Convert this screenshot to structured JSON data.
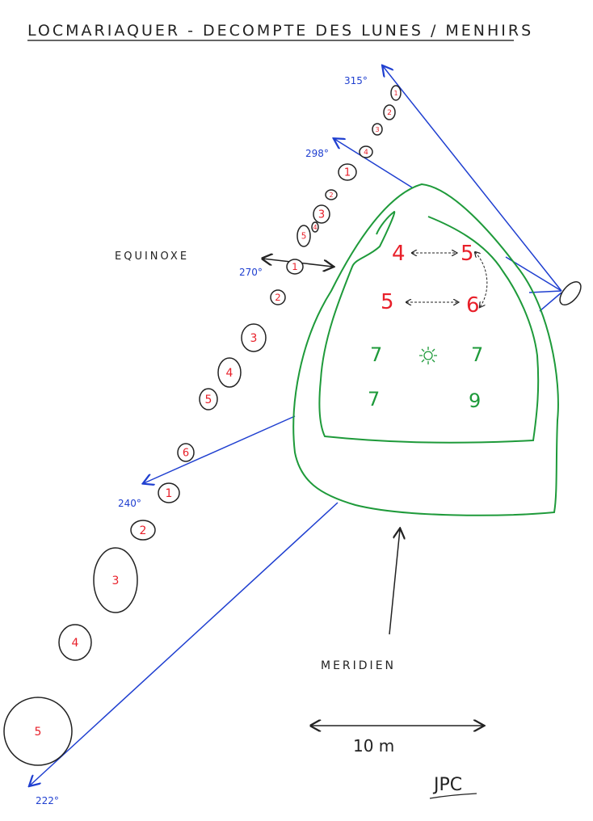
{
  "title": "LOCMARIAQUER - DECOMPTE DES LUNES / MENHIRS",
  "angles": {
    "a315": "315°",
    "a298": "298°",
    "a270": "270°",
    "a240": "240°",
    "a222": "222°"
  },
  "labels": {
    "equinox": "EQUINOXE",
    "meridian": "MERIDIEN",
    "scale": "10 m",
    "signature": "JPC"
  },
  "stones": [
    "1",
    "2",
    "3",
    "4",
    "1",
    "2",
    "3",
    "4",
    "5",
    "1",
    "2",
    "3",
    "4",
    "5",
    "6",
    "1",
    "2",
    "3",
    "4",
    "5"
  ],
  "grid": {
    "r1a": "4",
    "r1b": "5",
    "r2a": "5",
    "r2b": "6",
    "r3a": "7",
    "r3b": "7",
    "r4a": "7",
    "r4b": "9"
  },
  "colors": {
    "red": "#e8202a",
    "green": "#1e9a3a",
    "blue": "#1f3fd0",
    "black": "#222222"
  }
}
